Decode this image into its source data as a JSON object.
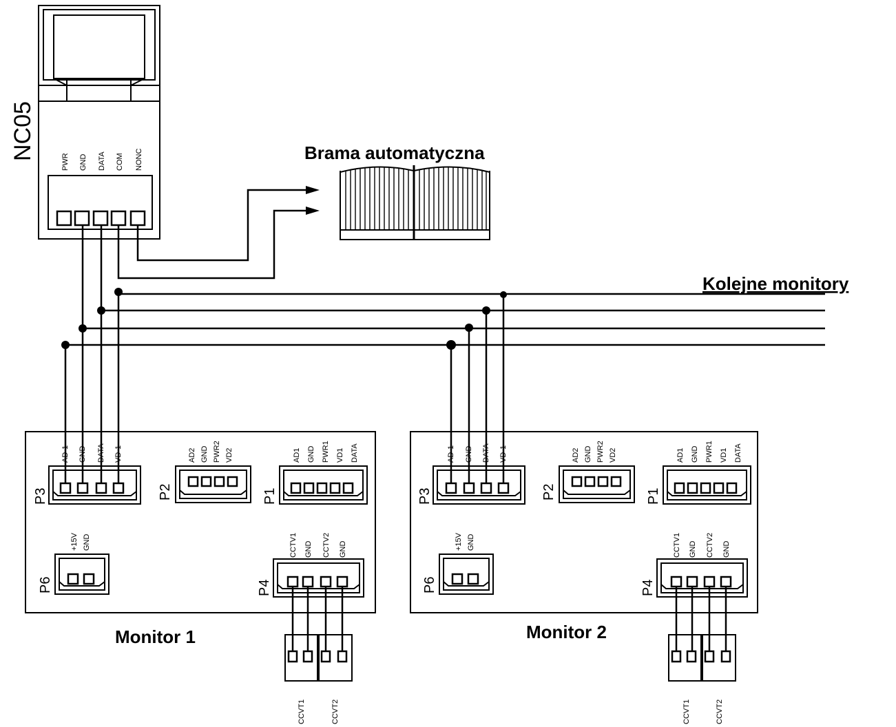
{
  "device": {
    "name": "NC05",
    "pins": [
      "PWR",
      "GND",
      "DATA",
      "COM",
      "NONC"
    ]
  },
  "gate": {
    "title": "Brama automatyczna"
  },
  "more_monitors": "Kolejne monitory",
  "monitors": [
    {
      "title": "Monitor 1",
      "p3": {
        "label": "P3",
        "pins": [
          "AD-1",
          "GND",
          "DATA",
          "VD-1"
        ]
      },
      "p2": {
        "label": "P2",
        "pins": [
          "AD2",
          "GND",
          "PWR2",
          "VD2"
        ]
      },
      "p1": {
        "label": "P1",
        "pins": [
          "AD1",
          "GND",
          "PWR1",
          "VD1",
          "DATA"
        ]
      },
      "p6": {
        "label": "P6",
        "pins": [
          "+15V",
          "GND"
        ]
      },
      "p4": {
        "label": "P4",
        "pins": [
          "CCTV1",
          "GND",
          "CCTV2",
          "GND"
        ]
      },
      "cctv": [
        "CCVT1",
        "CCVT2"
      ]
    },
    {
      "title": "Monitor 2",
      "p3": {
        "label": "P3",
        "pins": [
          "AD-1",
          "GND",
          "DATA",
          "VD-1"
        ]
      },
      "p2": {
        "label": "P2",
        "pins": [
          "AD2",
          "GND",
          "PWR2",
          "VD2"
        ]
      },
      "p1": {
        "label": "P1",
        "pins": [
          "AD1",
          "GND",
          "PWR1",
          "VD1",
          "DATA"
        ]
      },
      "p6": {
        "label": "P6",
        "pins": [
          "+15V",
          "GND"
        ]
      },
      "p4": {
        "label": "P4",
        "pins": [
          "CCTV1",
          "GND",
          "CCTV2",
          "GND"
        ]
      },
      "cctv": [
        "CCVT1",
        "CCVT2"
      ]
    }
  ]
}
